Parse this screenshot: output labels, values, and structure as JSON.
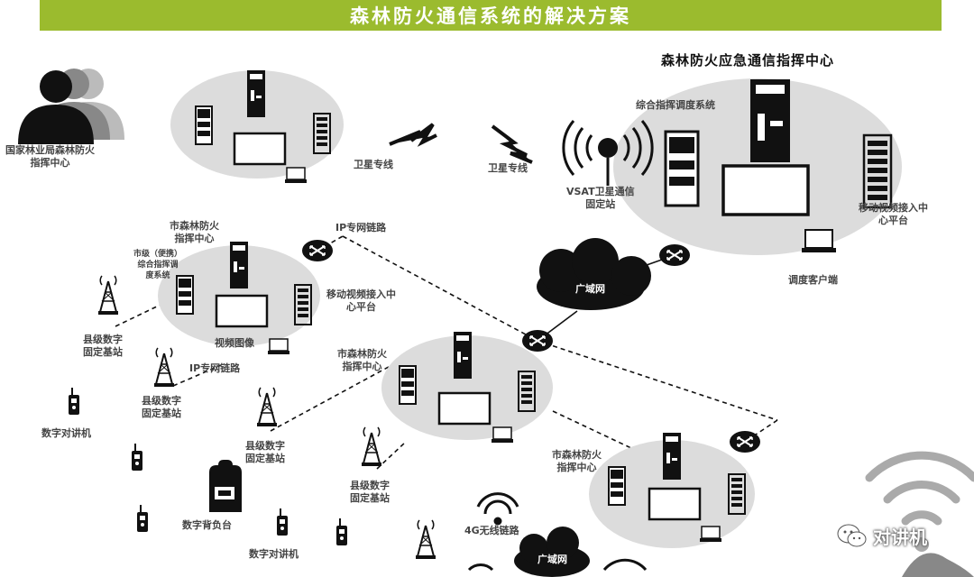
{
  "title": "森林防火通信系统的解决方案",
  "labels": {
    "national_center": "国家林业局森林防火\n指挥中心",
    "sat_line_1": "卫星专线",
    "sat_line_2": "卫星专线",
    "command_center": "森林防火应急通信指挥中心",
    "dispatch_system": "综合指挥调度系统",
    "vsat": "VSAT卫星通信\n固定站",
    "mobile_video_1": "移动视频接入中\n心平台",
    "dispatch_client": "调度客户端",
    "city_center_1": "市森林防火\n指挥中心",
    "city_portable": "市级（便携）\n综合指挥调\n度系统",
    "ip_link_1": "IP专网链路",
    "wan_1": "广域网",
    "mobile_video_2": "移动视频接入中\n心平台",
    "county_station_1": "县级数字\n固定基站",
    "video_image": "视频图像",
    "ip_link_2": "IP专网链路",
    "county_station_2": "县级数字\n固定基站",
    "city_center_2": "市森林防火\n指挥中心",
    "digital_radio_1": "数字对讲机",
    "county_station_3": "县级数字\n固定基站",
    "county_station_4": "县级数字\n固定基站",
    "city_center_3": "市森林防火\n指挥中心",
    "digital_backpack": "数字背负台",
    "wireless_4g": "4G无线链路",
    "digital_radio_2": "数字对讲机",
    "wan_2": "广域网",
    "watermark": "对讲机"
  },
  "icons": [
    "people-icon",
    "server-icon",
    "monitor-icon",
    "laptop-icon",
    "router-icon",
    "cloud-icon",
    "antenna-tower-icon",
    "satellite-dish-icon",
    "lightning-icon",
    "walkie-talkie-icon",
    "backpack-icon",
    "wifi-icon",
    "wechat-icon"
  ],
  "colors": {
    "banner": "#9bbb2e",
    "ellipse": "#dcdcdc",
    "device": "#111111",
    "cloud": "#111111"
  }
}
